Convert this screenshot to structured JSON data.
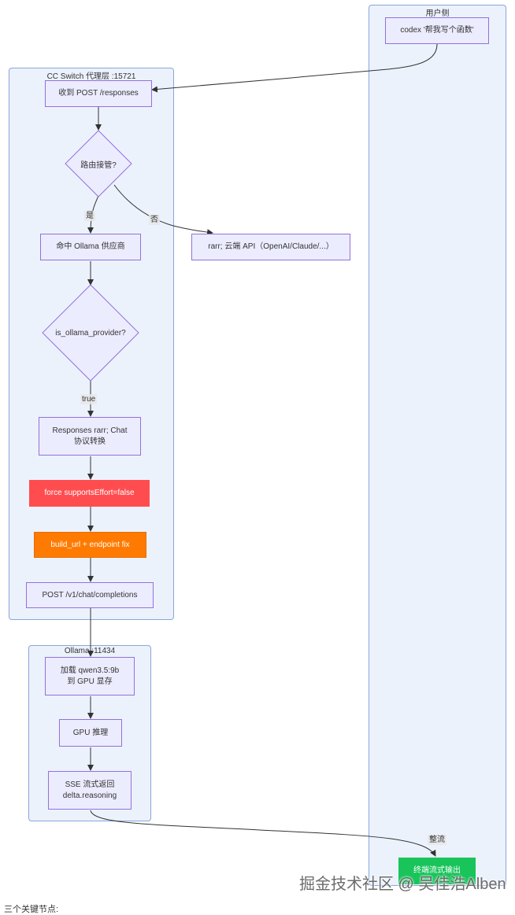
{
  "clusters": {
    "user": "用户侧",
    "ccswitch": "CC Switch 代理层 :15721",
    "ollama": "Ollama :11434"
  },
  "nodes": {
    "codex": "codex '帮我写个函数'",
    "receive": "收到 POST /responses",
    "route": "路由接管?",
    "cloud": "rarr; 云端 API（OpenAI/Claude/...）",
    "hit": "命中 Ollama 供应商",
    "is_ollama": "is_ollama_provider?",
    "convert_line1": "Responses rarr; Chat",
    "convert_line2": "协议转换",
    "force": "force supportsEffort=false",
    "build": "build_url + endpoint fix",
    "post": "POST /v1/chat/completions",
    "load_line1": "加载 qwen3.5:9b",
    "load_line2": "到 GPU 显存",
    "gpu": "GPU 推理",
    "sse_line1": "SSE 流式返回",
    "sse_line2": "delta.reasoning",
    "terminal": "终端流式输出"
  },
  "edge_labels": {
    "yes": "是",
    "no": "否",
    "true": "true",
    "whole": "整流"
  },
  "colors": {
    "cluster_bg": "#ecf2fc",
    "node_bg": "#ececff",
    "node_border": "#9370db",
    "red": "#ff4d4f",
    "orange": "#ff7a00",
    "green": "#19c45b"
  },
  "watermark": "掘金技术社区 @ 吴佳浩Alben",
  "footer": "三个关键节点:"
}
